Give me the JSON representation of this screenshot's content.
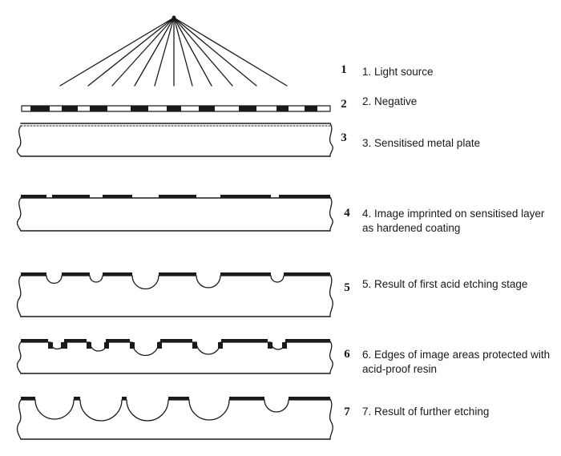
{
  "colors": {
    "ink": "#1a1a1a",
    "paper": "#ffffff"
  },
  "steps": [
    {
      "number": "1",
      "caption": "1. Light source"
    },
    {
      "number": "2",
      "caption": "2. Negative"
    },
    {
      "number": "3",
      "caption": "3. Sensitised metal plate"
    },
    {
      "number": "4",
      "caption_line1": "4. Image imprinted on sensitised layer",
      "caption_line2": "as hardened coating"
    },
    {
      "number": "5",
      "caption": "5. Result of first acid etching stage"
    },
    {
      "number": "6",
      "caption_line1": "6. Edges of image areas protected with",
      "caption_line2": "acid-proof resin"
    },
    {
      "number": "7",
      "caption": "7. Result of further etching"
    }
  ]
}
